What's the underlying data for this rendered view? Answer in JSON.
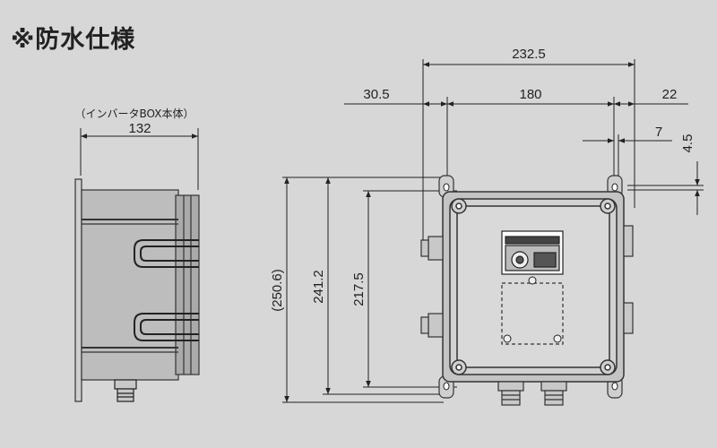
{
  "title": "※防水仕様",
  "side_view": {
    "caption": "（インバータBOX本体）",
    "width_label": "132"
  },
  "front_view": {
    "overall_width": "232.5",
    "left_offset": "30.5",
    "hole_pitch": "180",
    "right_offset": "22",
    "small_offset": "7",
    "hole_dia": "4.5",
    "overall_height": "(250.6)",
    "hole_height": "241.2",
    "body_height": "217.5"
  }
}
